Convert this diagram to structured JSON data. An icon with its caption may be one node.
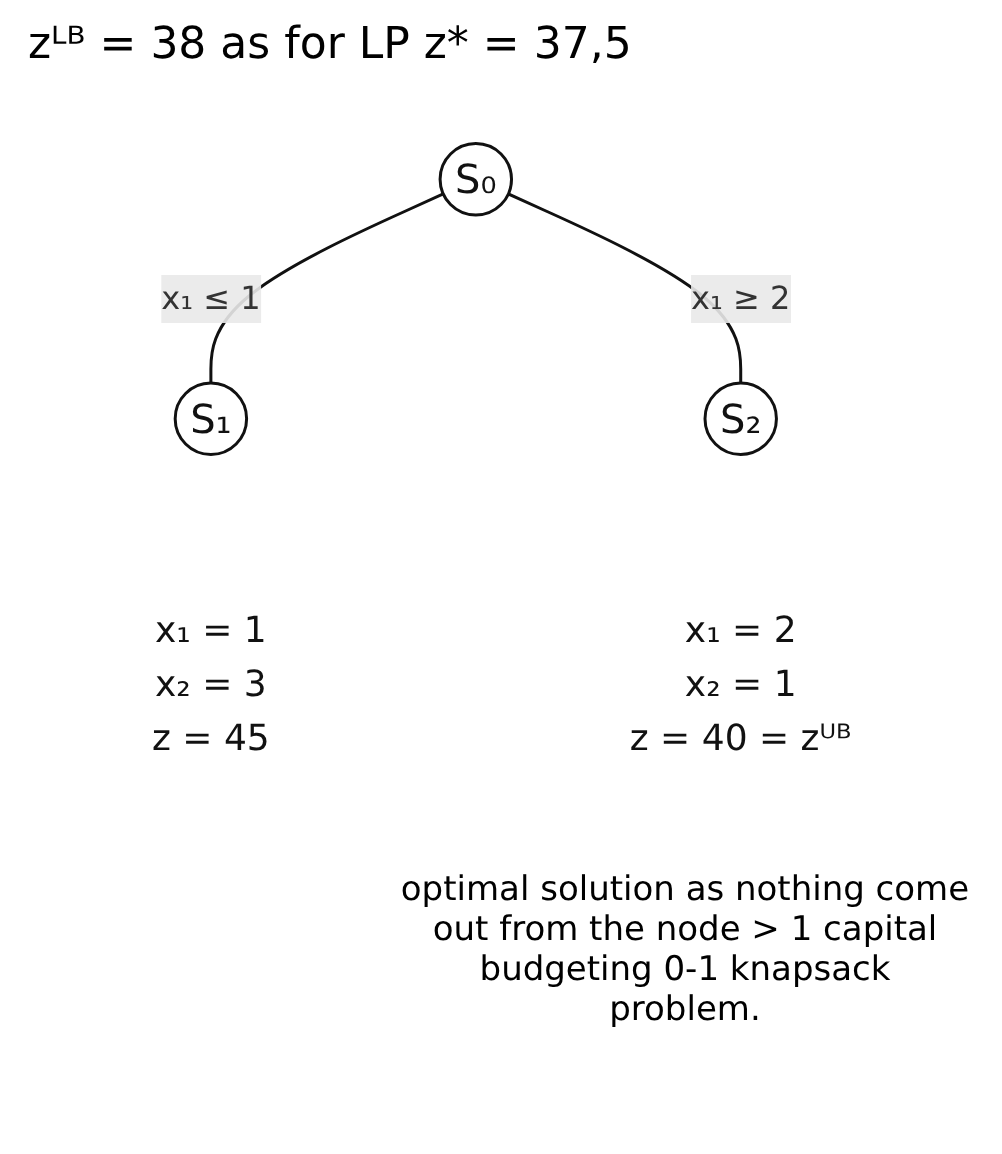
{
  "diagram": {
    "nodes": [
      {
        "text": [
          "S₀"
        ]
      },
      {
        "text": [
          "S₁"
        ],
        "beside": [
          "x₁ = 1",
          "x₂ = 3",
          "z = 45"
        ]
      },
      {
        "text": [
          "S₂"
        ],
        "beside": [
          "x₁ = 2",
          "x₂ = 1",
          "z = 40 = zᵁᴮ"
        ]
      }
    ],
    "edges": [
      {
        "from": 0,
        "to": 1,
        "arrow": "none",
        "label": "x₁ ≤ 1"
      },
      {
        "from": 0,
        "to": 2,
        "arrow": "none",
        "label": "x₁ ≥ 2"
      }
    ],
    "labels": [
      "zᴸᴮ = 38 as for LP z* = 37,5",
      "optimal solution as nothing come out from the node > 1 capital budgeting 0-1 knapsack problem."
    ]
  }
}
